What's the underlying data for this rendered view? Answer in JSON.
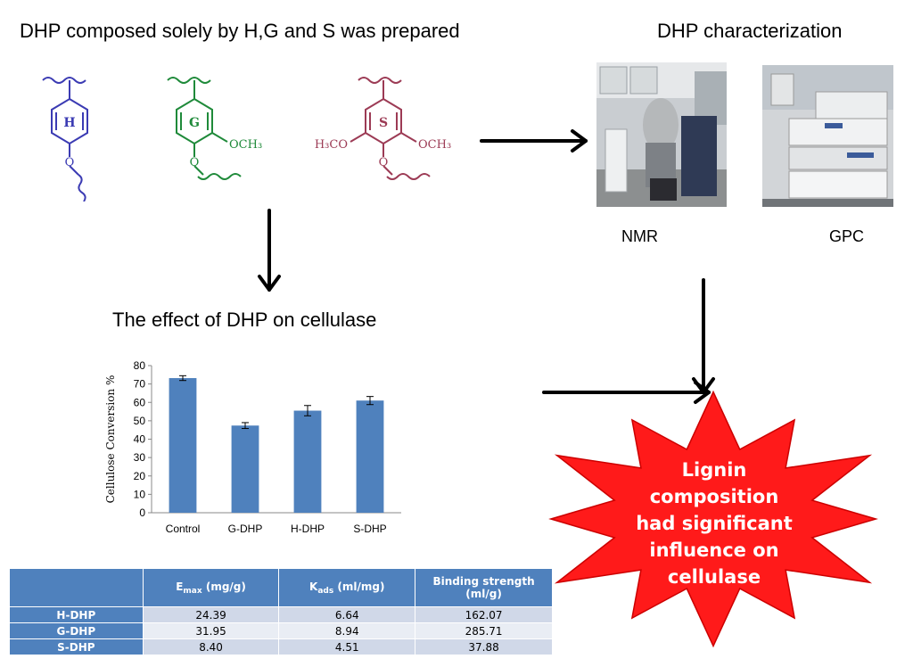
{
  "headings": {
    "prepared": "DHP composed solely by H,G and S was prepared",
    "characterization": "DHP characterization",
    "effect": "The effect of DHP on cellulase"
  },
  "structures": {
    "h": {
      "ring_label": "H",
      "color": "#3b3bb3"
    },
    "g": {
      "ring_label": "G",
      "substituent": "OCH₃",
      "color": "#1f8a3a"
    },
    "s": {
      "ring_label": "S",
      "substituent_right": "OCH₃",
      "substituent_left": "H₃CO",
      "color": "#9c3b55"
    }
  },
  "photos": {
    "nmr": {
      "label": "NMR"
    },
    "gpc": {
      "label": "GPC"
    }
  },
  "conclusion": {
    "lines": [
      "Lignin composition",
      "had  significant",
      "influence on",
      "cellulase"
    ],
    "fill_color": "#ff1a1a",
    "text_color": "#ffffff"
  },
  "chart_data": {
    "type": "bar",
    "categories": [
      "Control",
      "G-DHP",
      "H-DHP",
      "S-DHP"
    ],
    "values": [
      73.2,
      47.4,
      55.5,
      61.0
    ],
    "errors": [
      1.3,
      1.6,
      2.8,
      2.2
    ],
    "ylabel": "Cellulose Conversion %",
    "ylim": [
      0,
      80
    ],
    "yticks": [
      0,
      10,
      20,
      30,
      40,
      50,
      60,
      70,
      80
    ],
    "bar_color": "#4f81bd",
    "grid": false
  },
  "table": {
    "headers": {
      "blank": "",
      "emax_main": "E",
      "emax_sub": "max",
      "emax_unit": " (mg/g)",
      "kads_main": "K",
      "kads_sub": "ads",
      "kads_unit": " (ml/mg)",
      "binding": "Binding strength (ml/g)"
    },
    "rows": [
      {
        "name": "H-DHP",
        "emax": "24.39",
        "kads": "6.64",
        "binding": "162.07"
      },
      {
        "name": "G-DHP",
        "emax": "31.95",
        "kads": "8.94",
        "binding": "285.71"
      },
      {
        "name": "S-DHP",
        "emax": "8.40",
        "kads": "4.51",
        "binding": "37.88"
      }
    ]
  }
}
